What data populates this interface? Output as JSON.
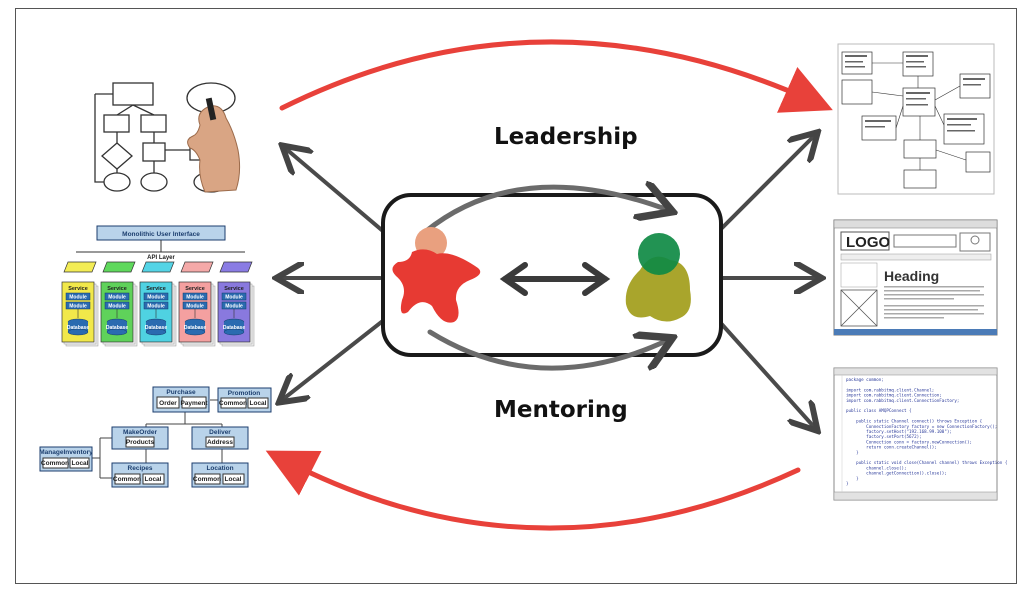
{
  "center": {
    "leadership_label": "Leadership",
    "mentoring_label": "Mentoring",
    "leader_color": "#e73a33",
    "leader_head_color": "#e9a07f",
    "mentee_head_color": "#0f8a44",
    "mentee_body_color": "#a9a52c"
  },
  "left_panels": {
    "flowchart": {},
    "monolith": {
      "title": "Monolithic User Interface",
      "api_layer": "API Layer",
      "service": "Service",
      "module": "Module",
      "database": "Database",
      "api_colors": [
        "#f3ec55",
        "#5fd85c",
        "#54d4e6",
        "#f4a9a8",
        "#8a7ce4"
      ],
      "service_colors": [
        "#f1e84a",
        "#5fd25a",
        "#4fd2e2",
        "#f4a0a0",
        "#8979de"
      ]
    },
    "services": {
      "purchase": "Purchase",
      "order": "Order",
      "payment": "Payment",
      "promotion": "Promotion",
      "common": "Common",
      "local": "Local",
      "make_order": "MakeOrder",
      "products": "Products",
      "deliver": "Deliver",
      "address": "Address",
      "manage_inventory": "ManageInventory",
      "recipes": "Recipes",
      "location": "Location"
    }
  },
  "right_panels": {
    "wireframe": {
      "logo": "LOGO",
      "heading": "Heading"
    },
    "code": {
      "lines": [
        "package common;",
        "",
        "import com.rabbitmq.client.Channel;",
        "import com.rabbitmq.client.Connection;",
        "import com.rabbitmq.client.ConnectionFactory;",
        "",
        "public class AMQPConnect {",
        "",
        "    public static Channel connect() throws Exception {",
        "        ConnectionFactory factory = new ConnectionFactory();",
        "        factory.setHost(\"192.168.99.100\");",
        "        factory.setPort(5672);",
        "        Connection conn = factory.newConnection();",
        "        return conn.createChannel();",
        "    }",
        "",
        "    public static void close(Channel channel) throws Exception {",
        "        channel.close();",
        "        channel.getConnection().close();",
        "    }",
        "}"
      ]
    }
  },
  "colors": {
    "red_arrow": "#e8413a",
    "gray_arrow": "#555555",
    "panel_blue": "#b9d3ea",
    "panel_border": "#1c3e6e"
  }
}
